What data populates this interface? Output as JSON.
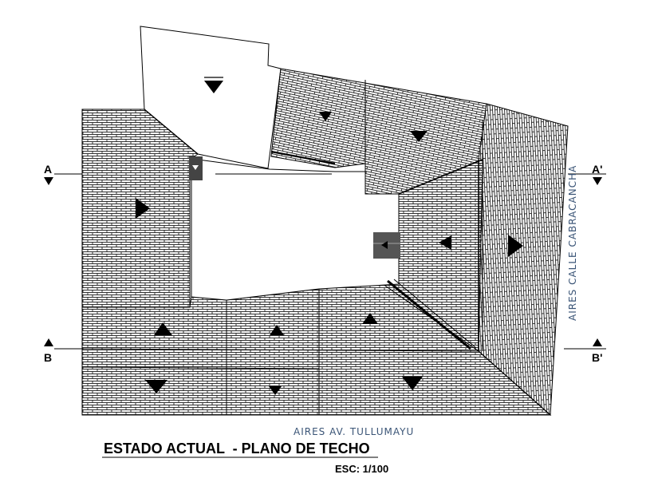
{
  "drawing": {
    "title": "ESTADO ACTUAL  - PLANO DE TECHO",
    "scale": "ESC: 1/100",
    "street_bottom": "AIRES AV.  TULLUMAYU",
    "street_right": "AIRES CALLE CABRACANCHA"
  },
  "sections": {
    "a_left": "A",
    "a_right": "A'",
    "b_left": "B",
    "b_right": "B'"
  },
  "colors": {
    "line": "#000000",
    "tile": "#1a1a1a",
    "street_text": "#3b5577",
    "skylight": "#444444"
  },
  "icons": [
    "section-marker-icon",
    "slope-arrow-icon"
  ]
}
